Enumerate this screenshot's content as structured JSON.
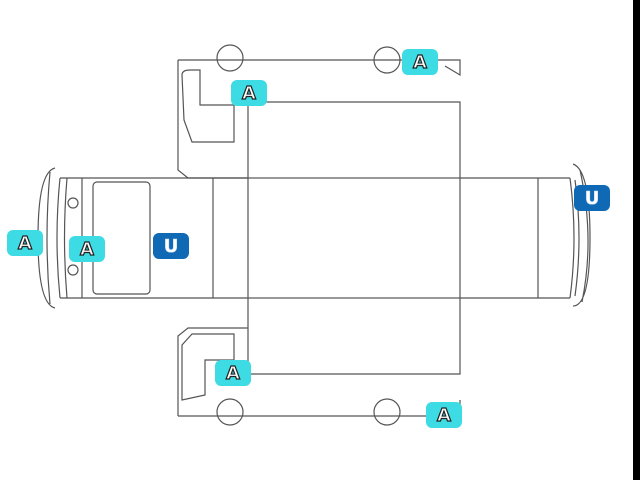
{
  "diagram": {
    "colors": {
      "label_a": "#3ddbe3",
      "label_u": "#0f69b4",
      "line": "#555555"
    },
    "labels": [
      {
        "id": "a1",
        "text": "A",
        "type": "A"
      },
      {
        "id": "a2",
        "text": "A",
        "type": "A"
      },
      {
        "id": "a3",
        "text": "A",
        "type": "A"
      },
      {
        "id": "a4",
        "text": "A",
        "type": "A"
      },
      {
        "id": "a5",
        "text": "A",
        "type": "A"
      },
      {
        "id": "a6",
        "text": "A",
        "type": "A"
      },
      {
        "id": "u1",
        "text": "U",
        "type": "U"
      },
      {
        "id": "u2",
        "text": "U",
        "type": "U"
      }
    ]
  }
}
